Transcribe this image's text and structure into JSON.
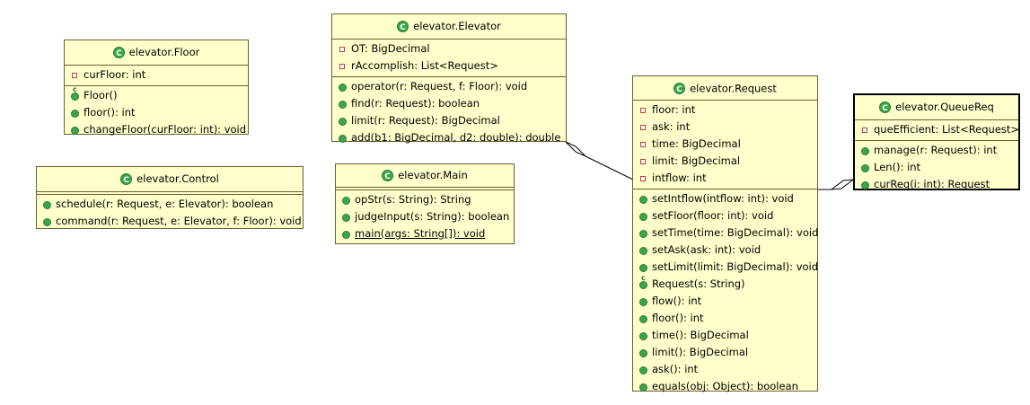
{
  "classes": {
    "floor": {
      "name": "elevator.Floor",
      "fields": [
        "curFloor: int"
      ],
      "methods": [
        "Floor()",
        "floor(): int",
        "changeFloor(curFloor: int): void"
      ]
    },
    "control": {
      "name": "elevator.Control",
      "methods": [
        "schedule(r: Request, e: Elevator): boolean",
        "command(r: Request, e: Elevator, f: Floor): void"
      ]
    },
    "elevator": {
      "name": "elevator.Elevator",
      "fields": [
        "OT: BigDecimal",
        "rAccomplish: List<Request>"
      ],
      "methods": [
        "operator(r: Request, f: Floor): void",
        "find(r: Request): boolean",
        "limit(r: Request): BigDecimal",
        "add(b1: BigDecimal, d2: double): double"
      ]
    },
    "main": {
      "name": "elevator.Main",
      "methods": [
        "opStr(s: String): String",
        "judgeInput(s: String): boolean",
        "main(args: String[]): void"
      ]
    },
    "request": {
      "name": "elevator.Request",
      "fields": [
        "floor: int",
        "ask: int",
        "time: BigDecimal",
        "limit: BigDecimal",
        "intflow: int"
      ],
      "methods": [
        "setIntflow(intflow: int): void",
        "setFloor(floor: int): void",
        "setTime(time: BigDecimal): void",
        "setAsk(ask: int): void",
        "setLimit(limit: BigDecimal): void",
        "Request(s: String)",
        "flow(): int",
        "floor(): int",
        "time(): BigDecimal",
        "limit(): BigDecimal",
        "ask(): int",
        "equals(obj: Object): boolean"
      ]
    },
    "queuereq": {
      "name": "elevator.QueueReq",
      "fields": [
        "queEfficient: List<Request>"
      ],
      "methods": [
        "manage(r: Request): int",
        "Len(): int",
        "curReq(i: int): Request"
      ]
    }
  },
  "colors": {
    "class_fill": "#ffffcc",
    "class_border": "#6b5e2f",
    "field_icon": "#c43a3a",
    "method_icon": "#3aa64a"
  }
}
